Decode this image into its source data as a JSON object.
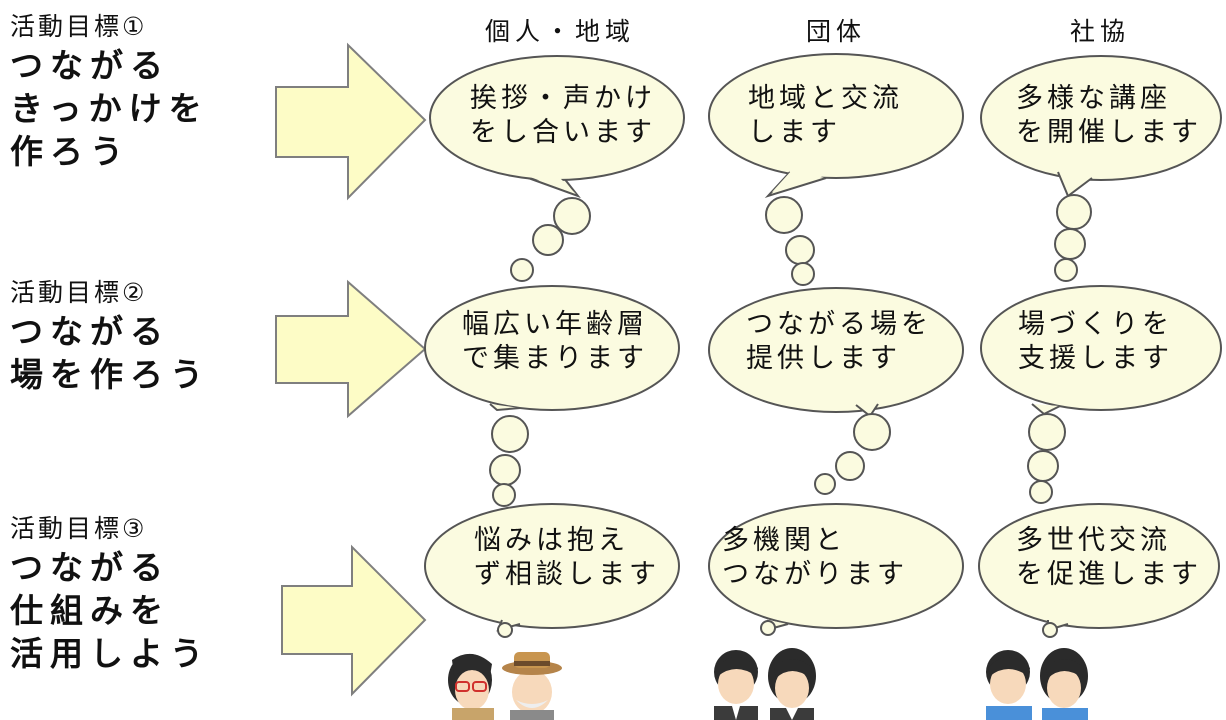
{
  "goals": [
    {
      "heading": "活動目標①",
      "lines": [
        "つながる",
        "きっかけを",
        "作ろう"
      ]
    },
    {
      "heading": "活動目標②",
      "lines": [
        "つながる",
        "場を作ろう"
      ]
    },
    {
      "heading": "活動目標③",
      "lines": [
        "つながる",
        "仕組みを",
        "活用しよう"
      ]
    }
  ],
  "columns": [
    "個人・地域",
    "団体",
    "社協"
  ],
  "bubbles": [
    [
      "挨拶・声かけ",
      "をし合います"
    ],
    [
      "地域と交流",
      "します"
    ],
    [
      "多様な講座",
      "を開催します"
    ],
    [
      "幅広い年齢層",
      "で集まります"
    ],
    [
      "つながる場を",
      "提供します"
    ],
    [
      "場づくりを",
      "支援します"
    ],
    [
      "悩みは抱え",
      "ず相談します"
    ],
    [
      "多機関と",
      "つながります"
    ],
    [
      "多世代交流",
      "を促進します"
    ]
  ],
  "colors": {
    "bubble_fill": "#fbfbe0",
    "bubble_stroke": "#555555",
    "arrow_fill": "#fdfcc6",
    "arrow_stroke": "#7f7f7f"
  },
  "icons": [
    "people-individual-icon",
    "people-group-icon",
    "people-council-icon"
  ]
}
